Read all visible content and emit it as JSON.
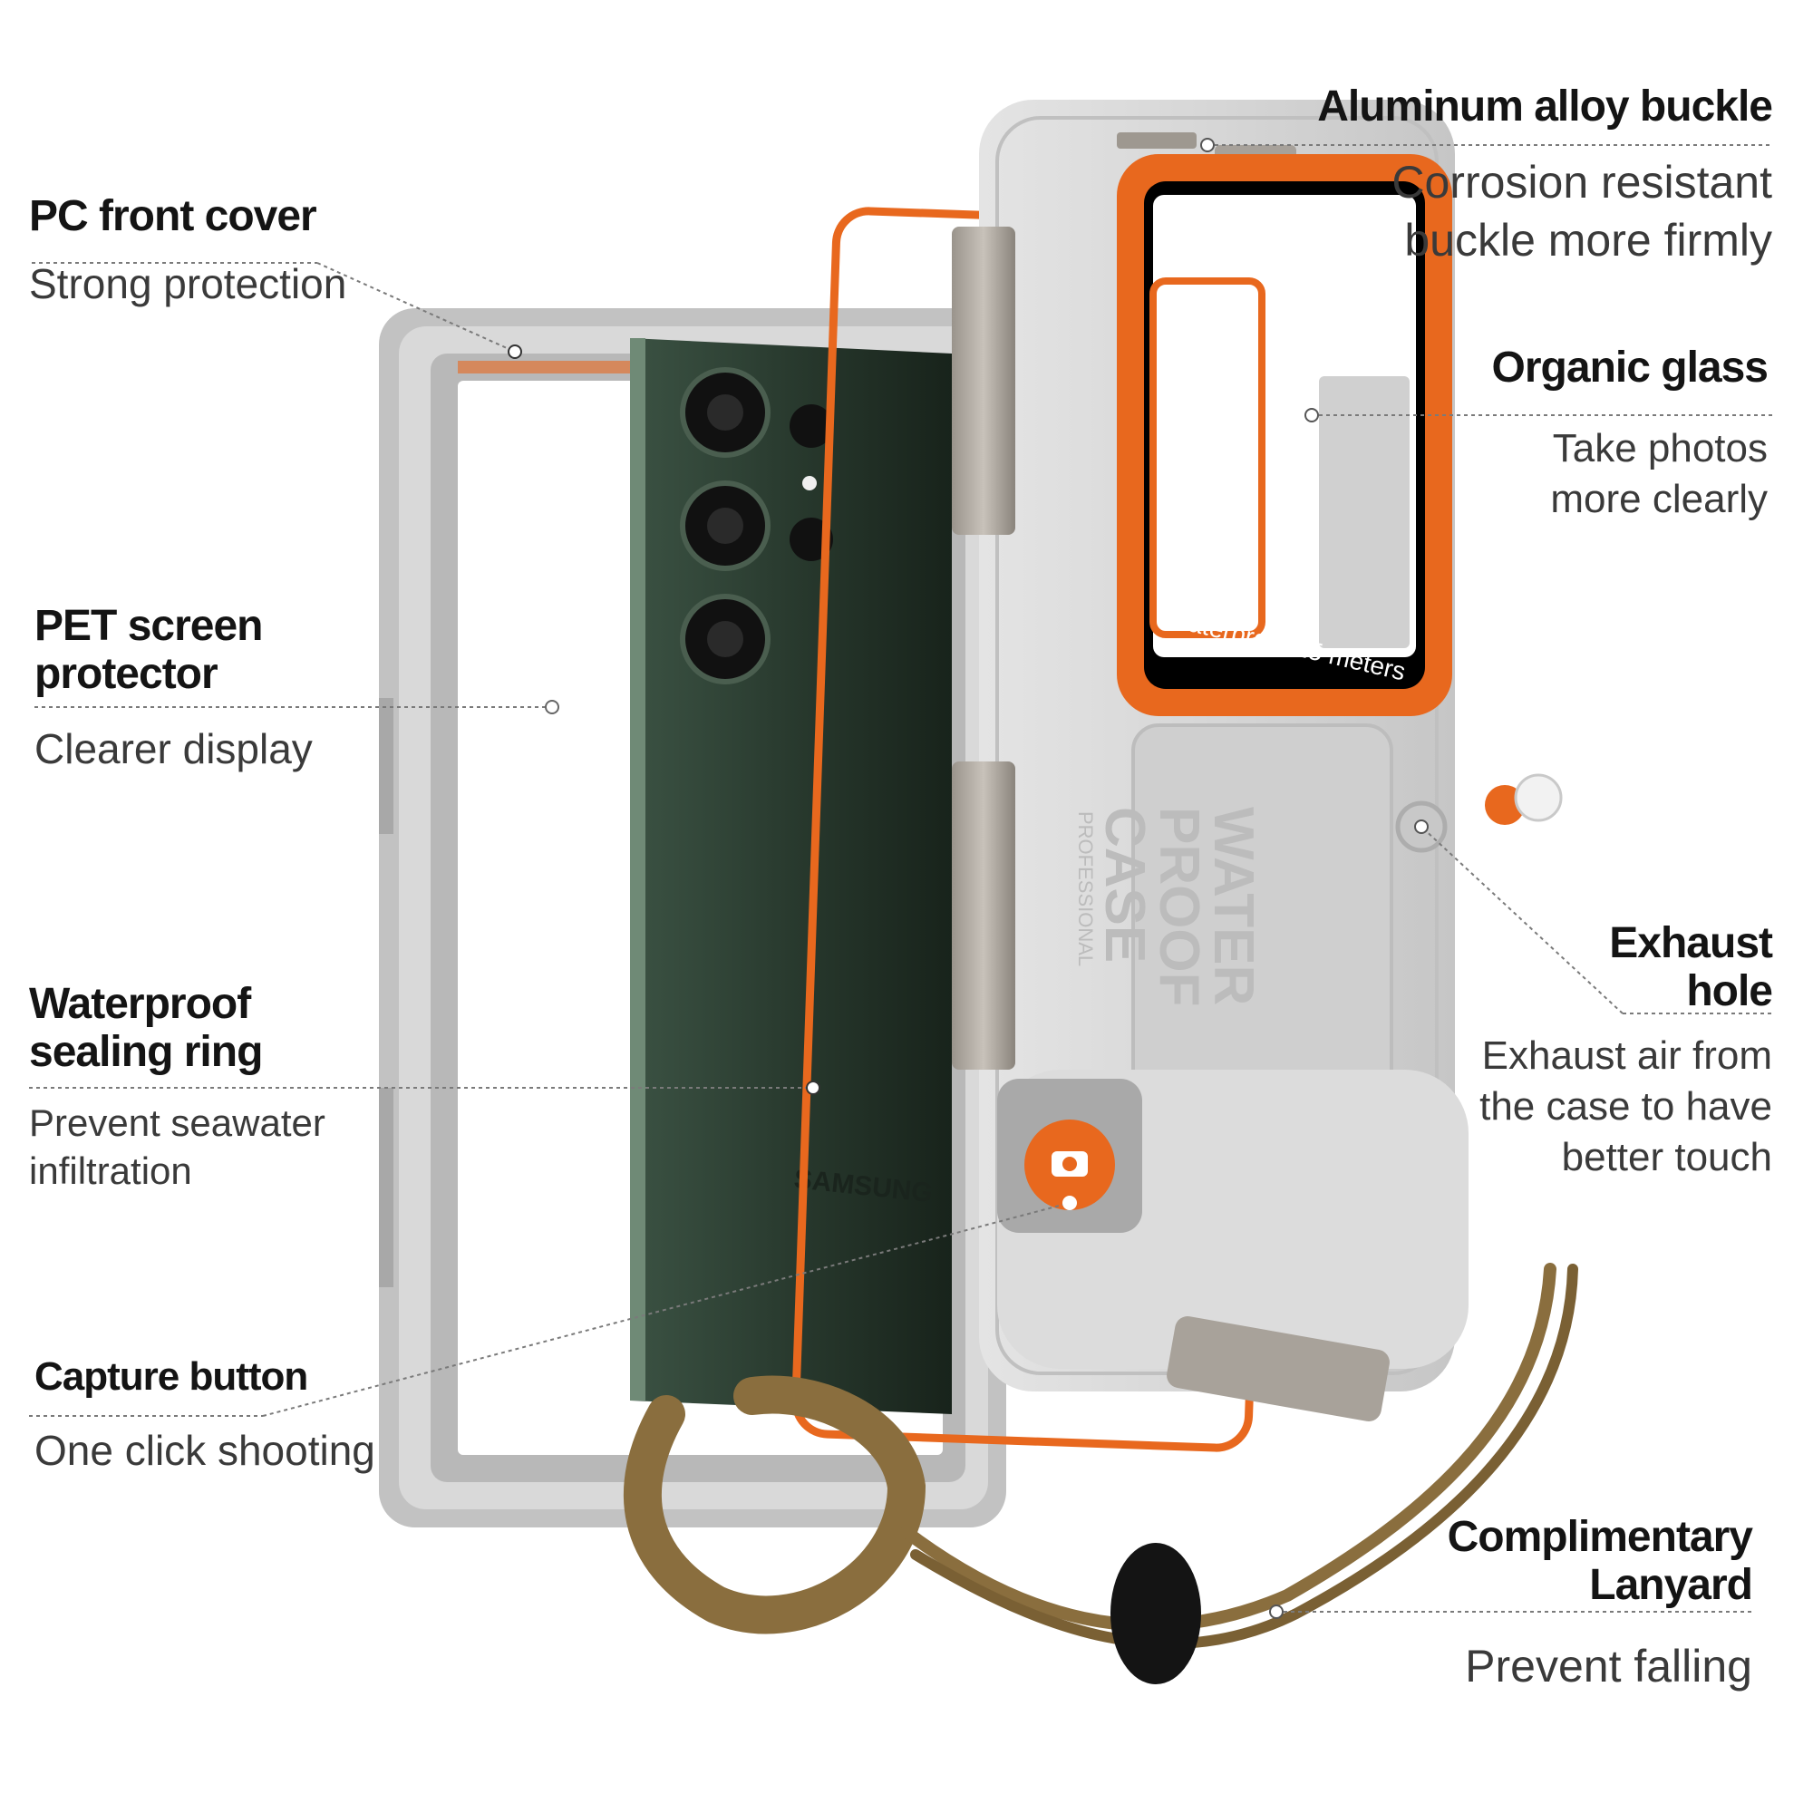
{
  "callouts": {
    "pc_front_cover": {
      "title": "PC front cover",
      "desc": [
        "Strong protection"
      ]
    },
    "pet_screen": {
      "title": [
        "PET screen",
        "protector"
      ],
      "desc": [
        "Clearer display"
      ]
    },
    "sealing_ring": {
      "title": [
        "Waterproof",
        "sealing ring"
      ],
      "desc": [
        "Prevent seawater",
        "infiltration"
      ]
    },
    "capture_button": {
      "title": "Capture button",
      "desc": [
        "One click shooting"
      ]
    },
    "aluminum_buckle": {
      "title": "Aluminum alloy buckle",
      "desc": [
        "Corrosion resistant",
        "buckle more firmly"
      ]
    },
    "organic_glass": {
      "title": "Organic glass",
      "desc": [
        "Take photos",
        "more clearly"
      ]
    },
    "exhaust_hole": {
      "title": [
        "Exhaust",
        "hole"
      ],
      "desc": [
        "Exhaust air from",
        "the case to have",
        "better touch"
      ]
    },
    "lanyard": {
      "title": [
        "Complimentary",
        "Lanyard"
      ],
      "desc": [
        "Prevent falling"
      ]
    }
  },
  "product_print": {
    "window_label": "Waterproof  15  meters",
    "brand": "SAMSUNG",
    "back_logo": [
      "WATER",
      "PROOF",
      "CASE"
    ],
    "back_sub": "PROFESSIONAL"
  },
  "colors": {
    "case_gray": "#d3d3d3",
    "accent_orange": "#e8681e",
    "phone_green": "#27372c",
    "lanyard_brown": "#8a6e3e"
  }
}
